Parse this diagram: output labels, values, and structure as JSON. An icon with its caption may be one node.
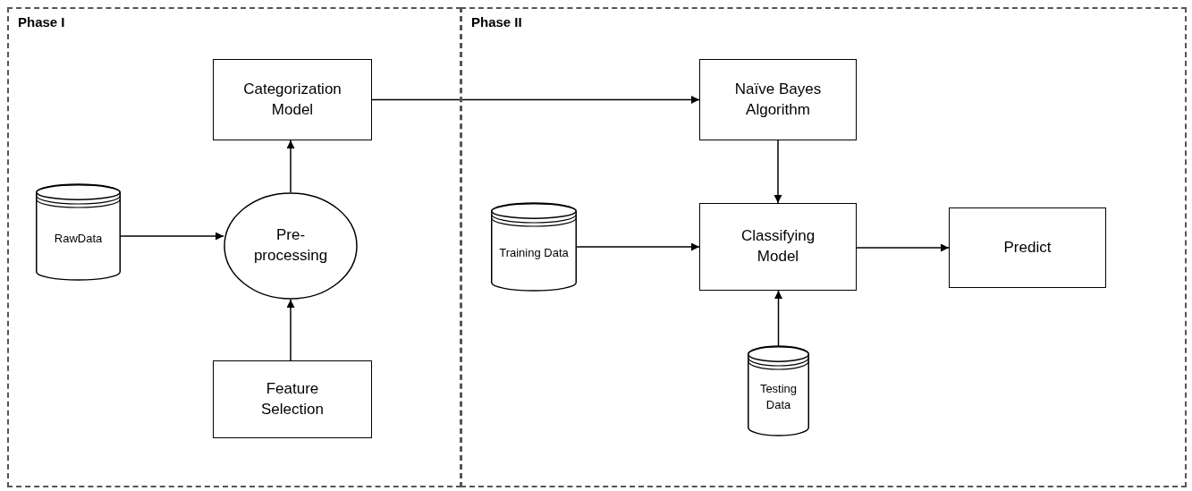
{
  "diagram": {
    "nodes": [
      {
        "text": [
          "Phase I"
        ]
      },
      {
        "text": [
          "Phase II"
        ]
      },
      {
        "text": [
          "Categorization Model"
        ],
        "in": 0
      },
      {
        "text": [
          "RawData"
        ],
        "in": 0
      },
      {
        "text": [
          "Pre-processing"
        ],
        "in": 0
      },
      {
        "text": [
          "Feature Selection"
        ],
        "in": 0
      },
      {
        "text": [
          "Naïve Bayes Algorithm"
        ],
        "in": 1
      },
      {
        "text": [
          "Training Data"
        ],
        "in": 1
      },
      {
        "text": [
          "Classifying Model"
        ],
        "in": 1
      },
      {
        "text": [
          "Predict"
        ],
        "in": 1
      },
      {
        "text": [
          "Testing Data"
        ],
        "in": 1
      }
    ],
    "edges": [
      {
        "from": 3,
        "to": 4,
        "arrow": "to"
      },
      {
        "from": 5,
        "to": 4,
        "arrow": "to"
      },
      {
        "from": 4,
        "to": 2,
        "arrow": "to"
      },
      {
        "from": 2,
        "to": 6,
        "arrow": "to"
      },
      {
        "from": 6,
        "to": 8,
        "arrow": "to"
      },
      {
        "from": 7,
        "to": 8,
        "arrow": "to"
      },
      {
        "from": 10,
        "to": 8,
        "arrow": "to"
      },
      {
        "from": 8,
        "to": 9,
        "arrow": "to"
      }
    ]
  }
}
